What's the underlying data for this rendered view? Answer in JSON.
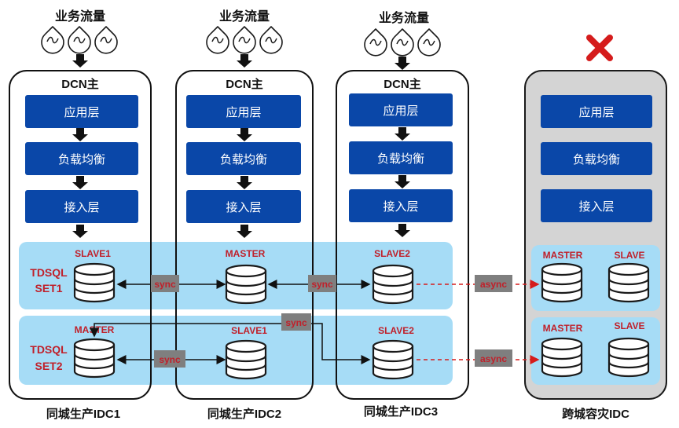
{
  "traffic_label": "业务流量",
  "dcn_label": "DCN主",
  "layers": [
    "应用层",
    "负载均衡",
    "接入层"
  ],
  "sets": [
    {
      "name_line1": "TDSQL",
      "name_line2": "SET1",
      "roles": [
        "SLAVE1",
        "MASTER",
        "SLAVE2",
        "MASTER",
        "SLAVE"
      ],
      "links": [
        "sync",
        "sync",
        "async"
      ]
    },
    {
      "name_line1": "TDSQL",
      "name_line2": "SET2",
      "roles": [
        "MASTER",
        "SLAVE1",
        "SLAVE2",
        "MASTER",
        "SLAVE"
      ],
      "links": [
        "sync",
        "sync",
        "async"
      ]
    }
  ],
  "idc_labels": [
    "同城生产IDC1",
    "同城生产IDC2",
    "同城生产IDC3",
    "跨城容灾IDC"
  ],
  "failure_icon": "red-x-icon",
  "colors": {
    "layer_box": "#0a47a8",
    "set_band": "#a6dcf6",
    "role_text": "#c0202a",
    "sync_box": "#7f7f7f",
    "dr_bg": "#d4d4d4",
    "fail": "#d51c1c"
  }
}
